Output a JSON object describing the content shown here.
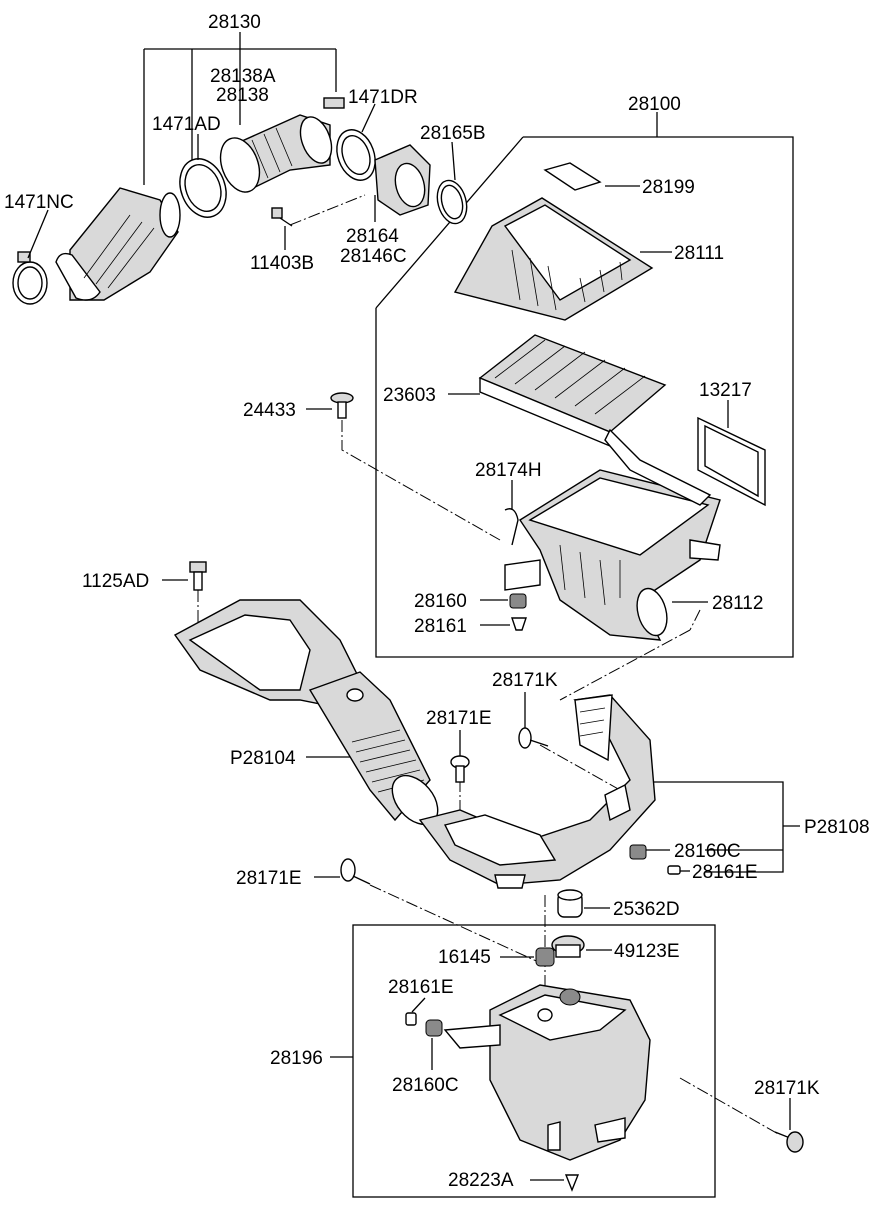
{
  "labels": {
    "p28130": "28130",
    "p28138A": "28138A",
    "p28138": "28138",
    "p1471DR": "1471DR",
    "p28100": "28100",
    "p1471AD": "1471AD",
    "p28165B": "28165B",
    "p1471NC": "1471NC",
    "p28199": "28199",
    "p28164": "28164",
    "p28146C": "28146C",
    "p11403B": "11403B",
    "p28111": "28111",
    "p23603": "23603",
    "p13217": "13217",
    "p24433": "24433",
    "p28174H": "28174H",
    "p1125AD": "1125AD",
    "p28160a": "28160",
    "p28161a": "28161",
    "p28112": "28112",
    "p28171K_top": "28171K",
    "p28171E_mid": "28171E",
    "pP28104": "P28104",
    "pP28108": "P28108",
    "p28160C_right": "28160C",
    "p28161E_right": "28161E",
    "p28171E_left": "28171E",
    "p25362D": "25362D",
    "p16145": "16145",
    "p49123E": "49123E",
    "p28161E_box": "28161E",
    "p28196": "28196",
    "p28160C_box": "28160C",
    "p28171K_bottom": "28171K",
    "p28223A": "28223A"
  },
  "colors": {
    "line": "#000000",
    "part_fill": "#ffffff",
    "part_shade": "#d9d9d9",
    "dark_shade": "#8a8a8a"
  }
}
